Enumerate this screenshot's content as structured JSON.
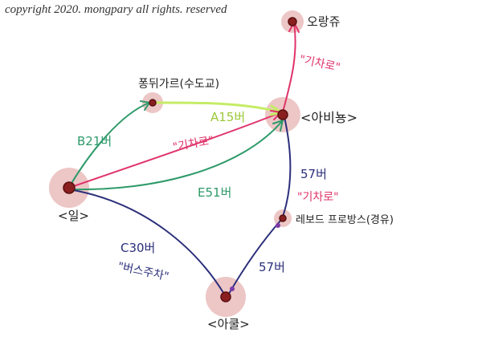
{
  "copyright": "copyright 2020. mongpary all rights. reserved",
  "colors": {
    "node": "#8a1f1f",
    "halo": "#e7b3b3",
    "green": "#2e9a6a",
    "lime": "#c6ec66",
    "pink": "#e0336a",
    "navy": "#2b2f7a",
    "purple": "#7a3aa8",
    "ink": "#222222"
  },
  "nodes": {
    "origin": "<일>",
    "bottom": "<아쿨>",
    "hub": "<아비뇽>",
    "top": "오랑쥬",
    "upper_left": "퐁뒤가르(수도교)",
    "mid_right": "레보드 프로방스(경유)"
  },
  "routes": {
    "green_top": "B21버",
    "green_bottom": "E51버",
    "lime": "A15버",
    "pink_mid": "\"기차로\"",
    "pink_top": "\"기차로\"",
    "pink_right": "\"기차로\"",
    "navy_right_upper": "57버",
    "navy_right_lower": "57버",
    "navy_left_code": "C30버",
    "navy_left_note": "\"버스주차\""
  }
}
